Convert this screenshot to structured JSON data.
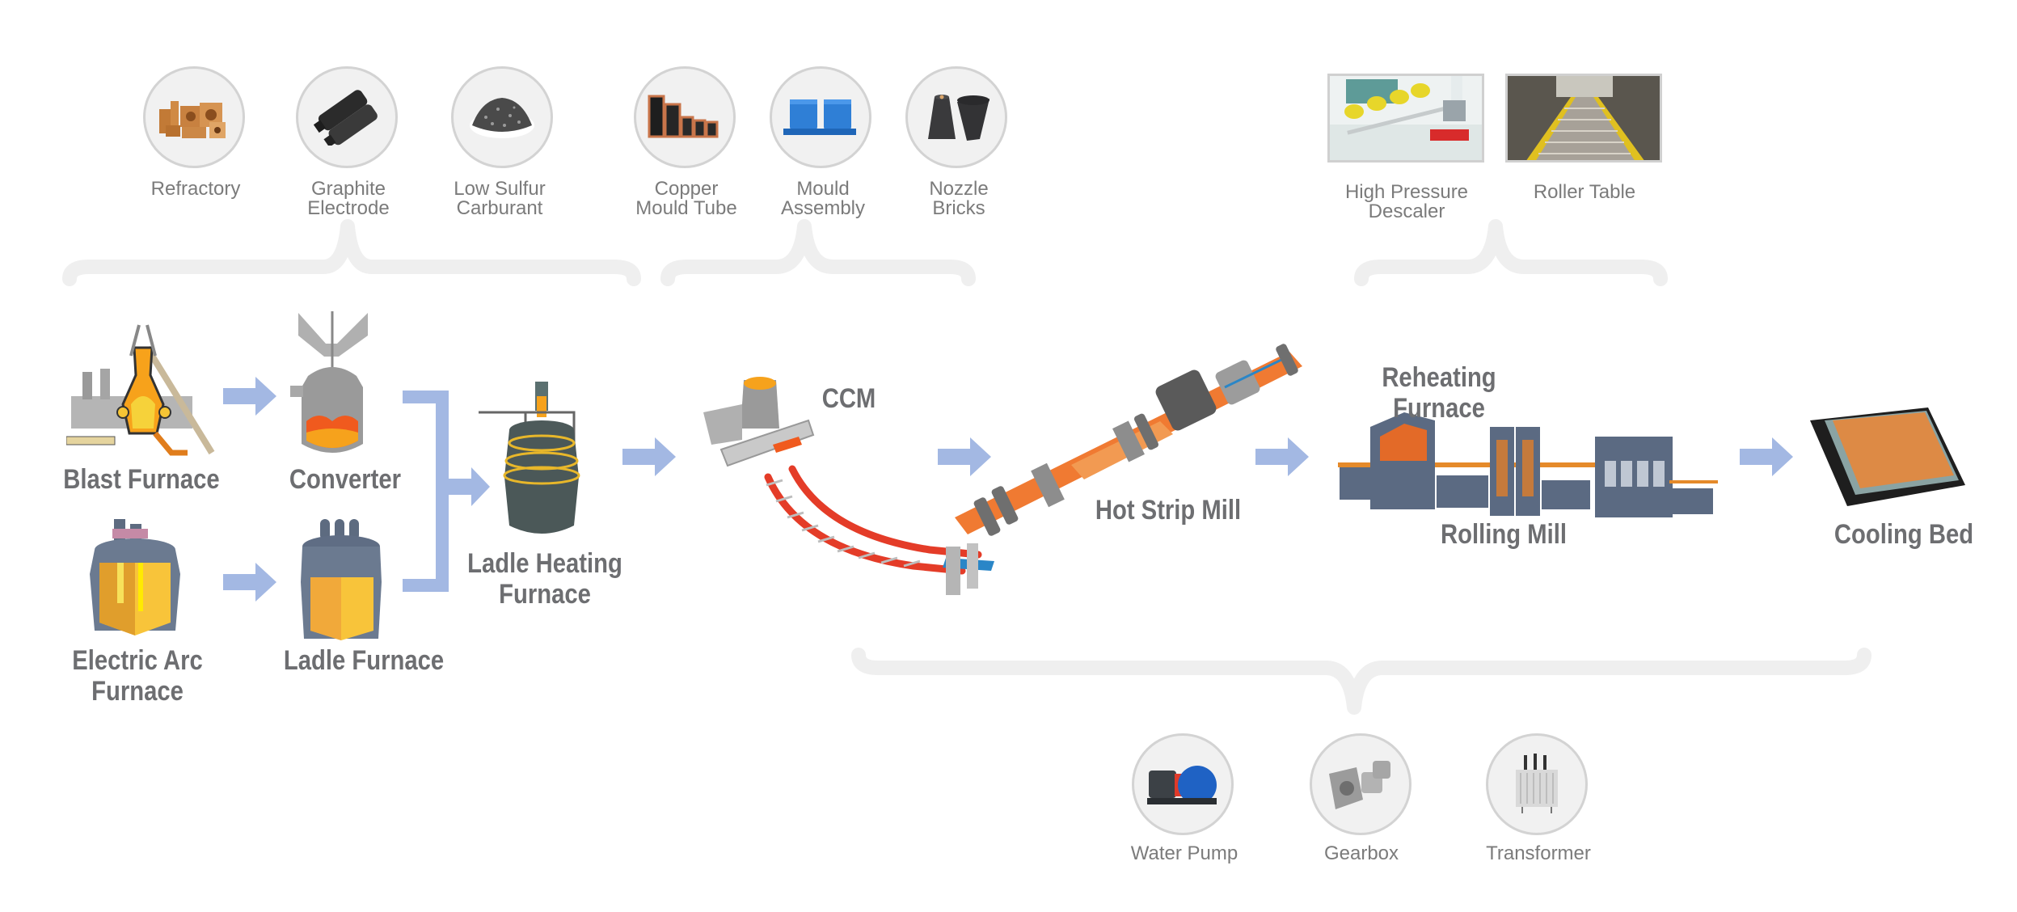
{
  "colors": {
    "arrow": "#a3b8e3",
    "brace": "#efefef",
    "label_bold": "#6d6e71",
    "label_small": "#7b7b7b",
    "circle_bg": "#f1f1f1",
    "circle_border": "#d3d3d3"
  },
  "supply_groups": {
    "steelmaking_consumables": {
      "items": [
        {
          "label": "Refractory",
          "icon": "refractory-bricks-icon"
        },
        {
          "label": "Graphite\nElectrode",
          "icon": "graphite-electrode-icon"
        },
        {
          "label": "Low Sulfur\nCarburant",
          "icon": "carburant-icon"
        }
      ]
    },
    "casting_consumables": {
      "items": [
        {
          "label": "Copper\nMould Tube",
          "icon": "copper-mould-tube-icon"
        },
        {
          "label": "Mould\nAssembly",
          "icon": "mould-assembly-icon"
        },
        {
          "label": "Nozzle\nBricks",
          "icon": "nozzle-bricks-icon"
        }
      ]
    },
    "rolling_equipment": {
      "items": [
        {
          "label": "High Pressure\nDescaler",
          "icon": "descaler-photo"
        },
        {
          "label": "Roller Table",
          "icon": "roller-table-photo"
        }
      ]
    },
    "auxiliary_equipment": {
      "items": [
        {
          "label": "Water Pump",
          "icon": "water-pump-icon"
        },
        {
          "label": "Gearbox",
          "icon": "gearbox-icon"
        },
        {
          "label": "Transformer",
          "icon": "transformer-icon"
        }
      ]
    }
  },
  "process": {
    "blast_furnace": "Blast Furnace",
    "converter": "Converter",
    "electric_arc_furnace": "Electric Arc\nFurnace",
    "ladle_furnace": "Ladle Furnace",
    "ladle_heating_furnace": "Ladle Heating\nFurnace",
    "ccm": "CCM",
    "hot_strip_mill": "Hot Strip Mill",
    "reheating_furnace": "Reheating Furnace",
    "rolling_mill": "Rolling Mill",
    "cooling_bed": "Cooling Bed"
  }
}
